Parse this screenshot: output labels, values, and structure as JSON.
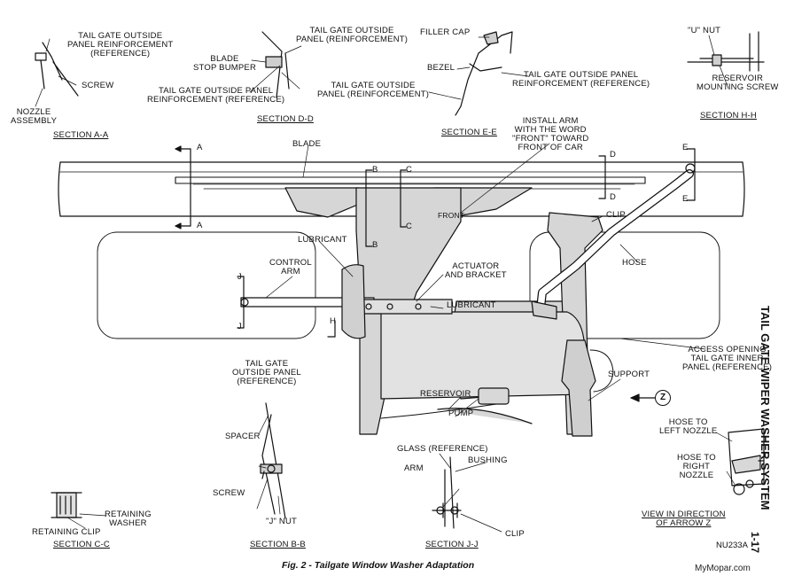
{
  "caption": "Fig. 2 - Tailgate Window Washer Adaptation",
  "sidebar_title": "TAIL GATE WIPER WASHER SYSTEM",
  "page_number": "1-17",
  "figure_code": "NU233A",
  "credit": "MyMopar.com",
  "arrow_z_label": "Z",
  "colors": {
    "ink": "#111111",
    "paper": "#ffffff",
    "fill": "#d9d9d9"
  },
  "sections": {
    "aa": "SECTION A-A",
    "dd": "SECTION D-D",
    "ee": "SECTION E-E",
    "hh": "SECTION H-H",
    "cc": "SECTION C-C",
    "bb": "SECTION B-B",
    "jj": "SECTION J-J",
    "view_z": "VIEW IN DIRECTION\nOF ARROW Z"
  },
  "labels": {
    "aa_reinforcement": "TAIL GATE OUTSIDE\nPANEL REINFORCEMENT\n(REFERENCE)",
    "aa_screw": "SCREW",
    "aa_nozzle": "NOZZLE\nASSEMBLY",
    "dd_outside_panel": "TAIL GATE OUTSIDE\nPANEL (REINFORCEMENT)",
    "dd_blade_stop": "BLADE\nSTOP BUMPER",
    "dd_reinforcement_ref": "TAIL GATE OUTSIDE PANEL\nREINFORCEMENT (REFERENCE)",
    "dd_outside_panel_2": "TAIL GATE OUTSIDE\nPANEL (REINFORCEMENT)",
    "ee_filler_cap": "FILLER CAP",
    "ee_bezel": "BEZEL",
    "ee_reinforcement": "TAIL GATE OUTSIDE PANEL\nREINFORCEMENT (REFERENCE)",
    "hh_u_nut": "\"U\" NUT",
    "hh_mounting_screw": "RESERVOIR\nMOUNTING SCREW",
    "install_arm": "INSTALL ARM\nWITH THE WORD\n\"FRONT\" TOWARD\nFRONT OF CAR",
    "blade": "BLADE",
    "front": "FRONT",
    "clip": "CLIP",
    "hose": "HOSE",
    "lubricant_1": "LUBRICANT",
    "lubricant_2": "LUBRICANT",
    "control_arm": "CONTROL\nARM",
    "actuator": "ACTUATOR\nAND BRACKET",
    "access_opening": "ACCESS OPENING\nTAIL GATE INNER\nPANEL (REFERENCE)",
    "support": "SUPPORT",
    "reservoir": "RESERVOIR",
    "pump": "PUMP",
    "bb_outside_panel": "TAIL GATE\nOUTSIDE PANEL\n(REFERENCE)",
    "bb_spacer": "SPACER",
    "bb_screw": "SCREW",
    "bb_j_nut": "\"J\" NUT",
    "cc_retaining_washer": "RETAINING\nWASHER",
    "cc_retaining_clip": "RETAINING CLIP",
    "jj_glass": "GLASS (REFERENCE)",
    "jj_bushing": "BUSHING",
    "jj_arm": "ARM",
    "jj_clip": "CLIP",
    "hose_left": "HOSE TO\nLEFT NOZZLE",
    "hose_right": "HOSE TO\nRIGHT\nNOZZLE"
  },
  "cut_letters": {
    "a": "A",
    "b": "B",
    "c": "C",
    "d": "D",
    "e": "E",
    "h": "H",
    "j": "J"
  }
}
